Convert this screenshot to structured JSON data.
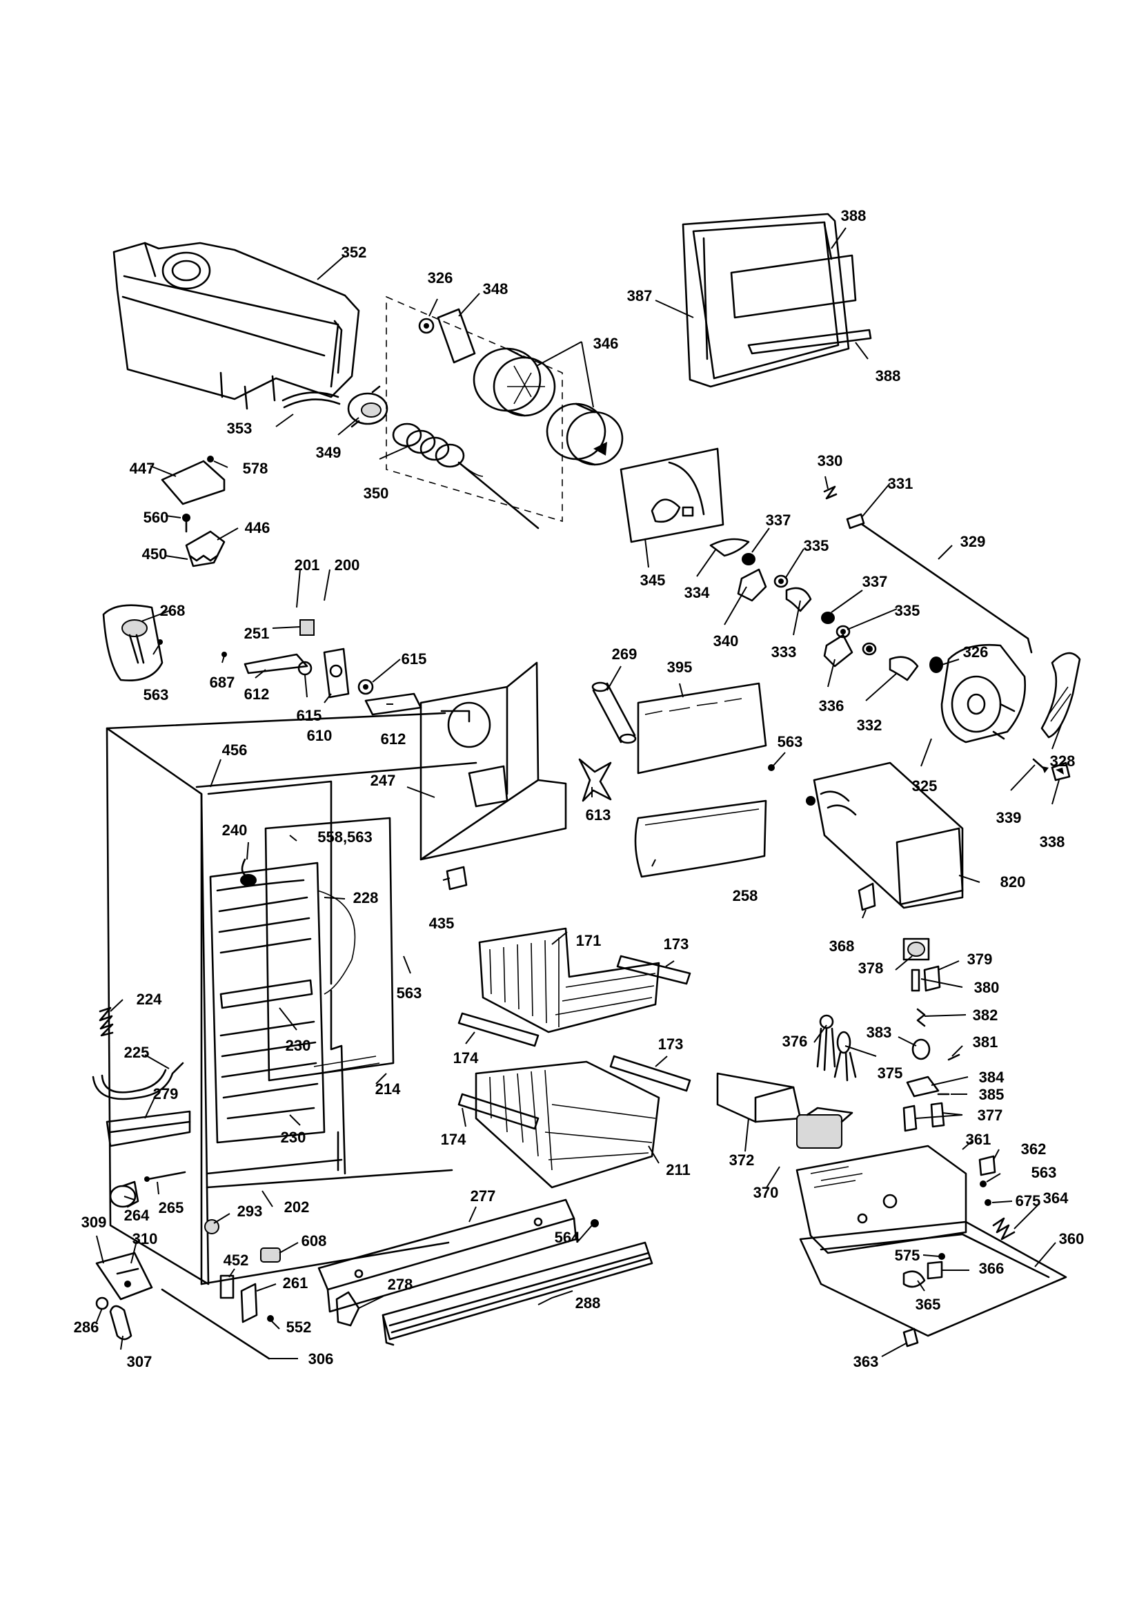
{
  "diagram": {
    "callouts": [
      {
        "id": "c352",
        "text": "352"
      },
      {
        "id": "c326a",
        "text": "326"
      },
      {
        "id": "c348",
        "text": "348"
      },
      {
        "id": "c346",
        "text": "346"
      },
      {
        "id": "c387",
        "text": "387"
      },
      {
        "id": "c388a",
        "text": "388"
      },
      {
        "id": "c388b",
        "text": "388"
      },
      {
        "id": "c353",
        "text": "353"
      },
      {
        "id": "c349",
        "text": "349"
      },
      {
        "id": "c350",
        "text": "350"
      },
      {
        "id": "c447",
        "text": "447"
      },
      {
        "id": "c578",
        "text": "578"
      },
      {
        "id": "c560",
        "text": "560"
      },
      {
        "id": "c446",
        "text": "446"
      },
      {
        "id": "c450",
        "text": "450"
      },
      {
        "id": "c345",
        "text": "345"
      },
      {
        "id": "c330",
        "text": "330"
      },
      {
        "id": "c331",
        "text": "331"
      },
      {
        "id": "c337a",
        "text": "337"
      },
      {
        "id": "c335a",
        "text": "335"
      },
      {
        "id": "c329",
        "text": "329"
      },
      {
        "id": "c334",
        "text": "334"
      },
      {
        "id": "c337b",
        "text": "337"
      },
      {
        "id": "c340",
        "text": "340"
      },
      {
        "id": "c333",
        "text": "333"
      },
      {
        "id": "c335b",
        "text": "335"
      },
      {
        "id": "c326b",
        "text": "326"
      },
      {
        "id": "c336",
        "text": "336"
      },
      {
        "id": "c332",
        "text": "332"
      },
      {
        "id": "c201",
        "text": "201"
      },
      {
        "id": "c200",
        "text": "200"
      },
      {
        "id": "c268",
        "text": "268"
      },
      {
        "id": "c563a",
        "text": "563"
      },
      {
        "id": "c251",
        "text": "251"
      },
      {
        "id": "c687",
        "text": "687"
      },
      {
        "id": "c612a",
        "text": "612"
      },
      {
        "id": "c615a",
        "text": "615"
      },
      {
        "id": "c615b",
        "text": "615"
      },
      {
        "id": "c610",
        "text": "610"
      },
      {
        "id": "c612b",
        "text": "612"
      },
      {
        "id": "c269",
        "text": "269"
      },
      {
        "id": "c395",
        "text": "395"
      },
      {
        "id": "c563b",
        "text": "563"
      },
      {
        "id": "c328",
        "text": "328"
      },
      {
        "id": "c325",
        "text": "325"
      },
      {
        "id": "c339",
        "text": "339"
      },
      {
        "id": "c338",
        "text": "338"
      },
      {
        "id": "c456",
        "text": "456"
      },
      {
        "id": "c247",
        "text": "247"
      },
      {
        "id": "c613",
        "text": "613"
      },
      {
        "id": "c240",
        "text": "240"
      },
      {
        "id": "c558",
        "text": "558,563"
      },
      {
        "id": "c228",
        "text": "228"
      },
      {
        "id": "c435",
        "text": "435"
      },
      {
        "id": "c258",
        "text": "258"
      },
      {
        "id": "c820",
        "text": "820"
      },
      {
        "id": "c368",
        "text": "368"
      },
      {
        "id": "c171",
        "text": "171"
      },
      {
        "id": "c173a",
        "text": "173"
      },
      {
        "id": "c378",
        "text": "378"
      },
      {
        "id": "c379",
        "text": "379"
      },
      {
        "id": "c380",
        "text": "380"
      },
      {
        "id": "c563c",
        "text": "563"
      },
      {
        "id": "c224",
        "text": "224"
      },
      {
        "id": "c382",
        "text": "382"
      },
      {
        "id": "c230a",
        "text": "230"
      },
      {
        "id": "c376",
        "text": "376"
      },
      {
        "id": "c383",
        "text": "383"
      },
      {
        "id": "c381",
        "text": "381"
      },
      {
        "id": "c225",
        "text": "225"
      },
      {
        "id": "c174a",
        "text": "174"
      },
      {
        "id": "c173b",
        "text": "173"
      },
      {
        "id": "c375",
        "text": "375"
      },
      {
        "id": "c384",
        "text": "384"
      },
      {
        "id": "c279",
        "text": "279"
      },
      {
        "id": "c214",
        "text": "214"
      },
      {
        "id": "c385",
        "text": "385"
      },
      {
        "id": "c377",
        "text": "377"
      },
      {
        "id": "c230b",
        "text": "230"
      },
      {
        "id": "c174b",
        "text": "174"
      },
      {
        "id": "c361",
        "text": "361"
      },
      {
        "id": "c372",
        "text": "372"
      },
      {
        "id": "c211",
        "text": "211"
      },
      {
        "id": "c362",
        "text": "362"
      },
      {
        "id": "c563d",
        "text": "563"
      },
      {
        "id": "c264",
        "text": "264"
      },
      {
        "id": "c265",
        "text": "265"
      },
      {
        "id": "c202",
        "text": "202"
      },
      {
        "id": "c293",
        "text": "293"
      },
      {
        "id": "c277",
        "text": "277"
      },
      {
        "id": "c370",
        "text": "370"
      },
      {
        "id": "c675",
        "text": "675"
      },
      {
        "id": "c364",
        "text": "364"
      },
      {
        "id": "c309",
        "text": "309"
      },
      {
        "id": "c310",
        "text": "310"
      },
      {
        "id": "c608",
        "text": "608"
      },
      {
        "id": "c564",
        "text": "564"
      },
      {
        "id": "c360",
        "text": "360"
      },
      {
        "id": "c452",
        "text": "452"
      },
      {
        "id": "c575",
        "text": "575"
      },
      {
        "id": "c366",
        "text": "366"
      },
      {
        "id": "c261",
        "text": "261"
      },
      {
        "id": "c278",
        "text": "278"
      },
      {
        "id": "c288",
        "text": "288"
      },
      {
        "id": "c365",
        "text": "365"
      },
      {
        "id": "c286",
        "text": "286"
      },
      {
        "id": "c552",
        "text": "552"
      },
      {
        "id": "c307",
        "text": "307"
      },
      {
        "id": "c306",
        "text": "306"
      },
      {
        "id": "c363",
        "text": "363"
      }
    ]
  }
}
